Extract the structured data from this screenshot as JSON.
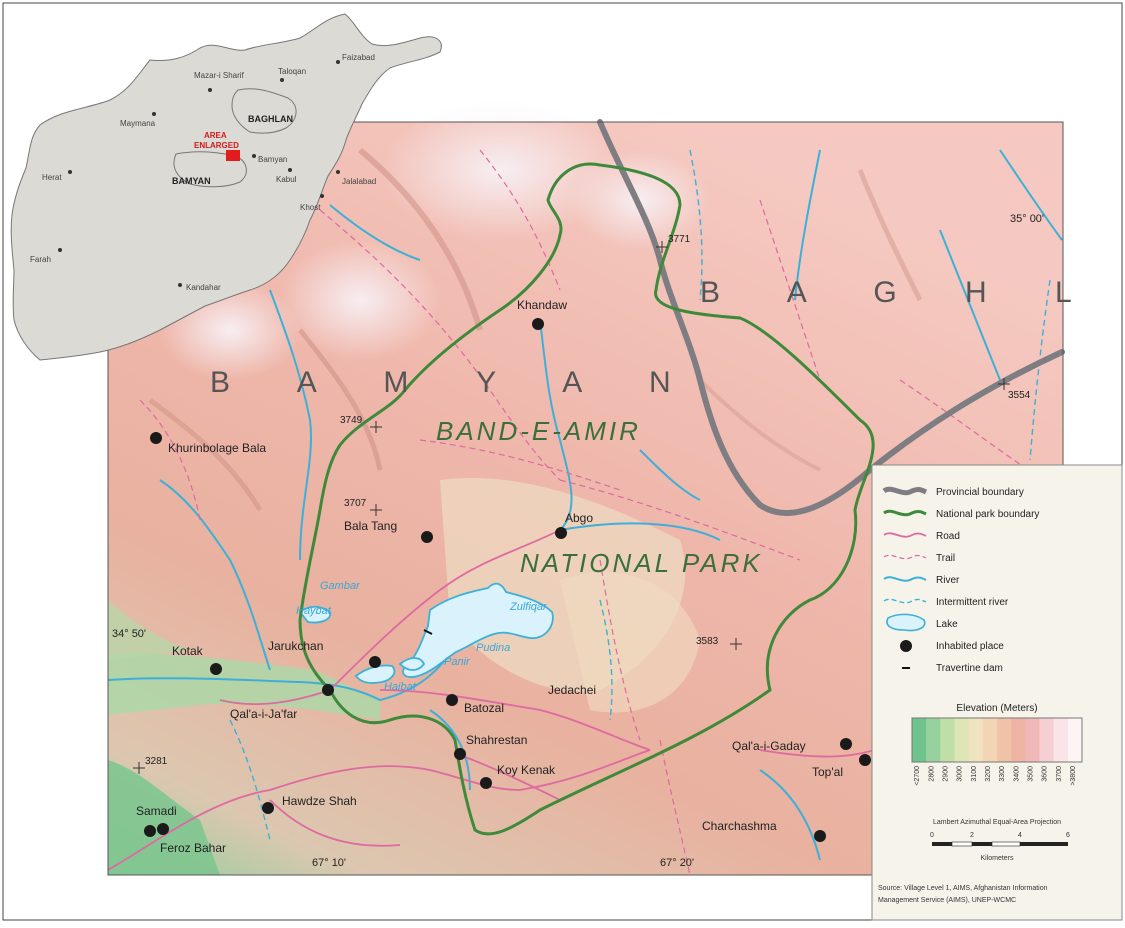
{
  "regions": {
    "bamyan": "B A M Y A N",
    "baghlan": "B A G H L A N"
  },
  "park_name": {
    "line1": "BAND-E-AMIR",
    "line2": "NATIONAL PARK"
  },
  "places": {
    "khandaw": "Khandaw",
    "khurinbolaga": "Khurinbolage Bala",
    "bala_tang": "Bala Tang",
    "abgo": "Abgo",
    "jarukchan": "Jarukchan",
    "kotak": "Kotak",
    "qalai_jafar": "Qal'a-i-Ja'far",
    "batozal": "Batozal",
    "jedachei": "Jedachei",
    "shahrestan": "Shahrestan",
    "koy_kenak": "Koy Kenak",
    "hawdze_shah": "Hawdze Shah",
    "samadi": "Samadi",
    "feroz_bahar": "Feroz Bahar",
    "qalai_gaday": "Qal'a-i-Gaday",
    "topal": "Top'al",
    "charchashma": "Charchashma"
  },
  "lakes": {
    "gambar": "Gambar",
    "haybat": "Haybat",
    "zulfiqar": "Zulfiqar",
    "pudina": "Pudina",
    "panir": "Panir",
    "haibat": "Haibat"
  },
  "elevations": {
    "e3771": "3771",
    "e3749": "3749",
    "e3707": "3707",
    "e3583": "3583",
    "e3281": "3281",
    "e3554": "3554"
  },
  "coords": {
    "lat1": "35° 00'",
    "lat2": "34° 50'",
    "lon1": "67° 10'",
    "lon2": "67° 20'"
  },
  "inset": {
    "cities": [
      "Mazar-i Sharif",
      "Taloqan",
      "Faizabad",
      "Maymana",
      "Bamyan",
      "Kabul",
      "Jalalabad",
      "Khost",
      "Herat",
      "Farah",
      "Kandahar"
    ],
    "provinces": [
      "BAGHLAN",
      "BAMYAN"
    ],
    "area_label": [
      "AREA",
      "ENLARGED"
    ]
  },
  "legend": {
    "items": [
      "Provincial boundary",
      "National park boundary",
      "Road",
      "Trail",
      "River",
      "Intermittent river",
      "Lake",
      "Inhabited place",
      "Travertine dam"
    ],
    "elevation_title": "Elevation (Meters)",
    "elevation_ticks": [
      "<2700",
      "2800",
      "2900",
      "3000",
      "3100",
      "3200",
      "3300",
      "3400",
      "3500",
      "3600",
      "3700",
      ">3800"
    ],
    "projection": "Lambert Azimuthal Equal-Area Projection",
    "scale_ticks": [
      "0",
      "2",
      "4",
      "6"
    ],
    "scale_unit": "Kilometers",
    "source": "Source: Village Level 1, AIMS, Afghanistan Information Management Service (AIMS), UNEP-WCMC"
  },
  "colors": {
    "provincial_boundary": "#7d7d82",
    "park_boundary": "#3f8a3a",
    "road": "#dd6aa0",
    "river": "#3cb0d8",
    "lake": "#d9f2fb",
    "place": "#1a1a1a",
    "inset_highlight": "#e21c1c"
  },
  "elevation_colors": [
    "#6fc38c",
    "#97d19d",
    "#c0dfa7",
    "#dde6b4",
    "#efe3c0",
    "#f3d4b5",
    "#f0c3a8",
    "#eeb4a4",
    "#f0b8b8",
    "#f5cfd2",
    "#f9e4e7",
    "#fdf4f6"
  ]
}
